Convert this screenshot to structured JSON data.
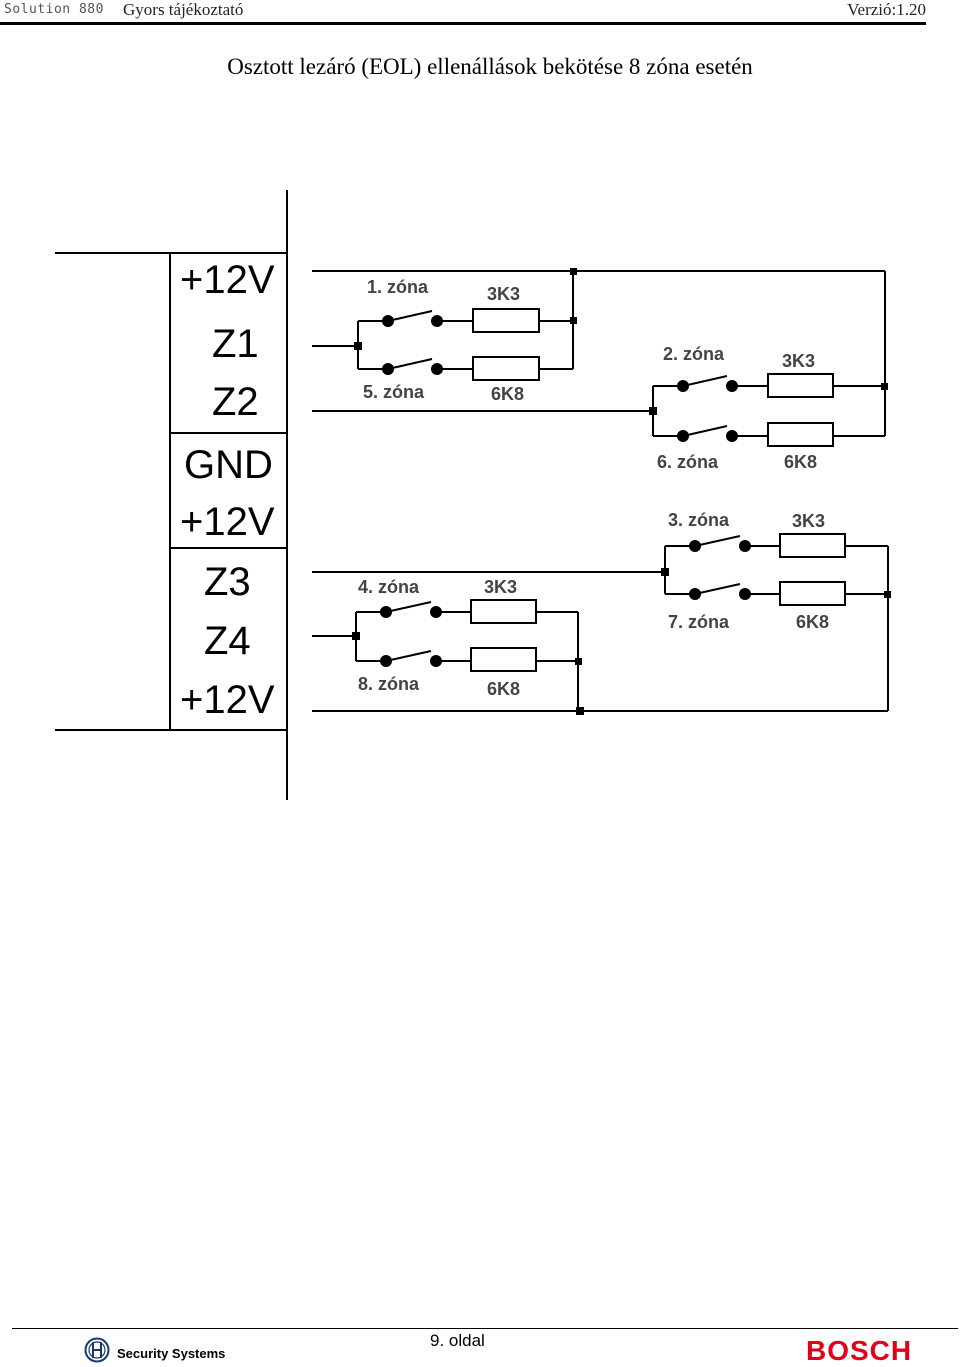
{
  "header": {
    "product": "Solution  880",
    "doc_title": "Gyors tájékoztató",
    "version": "Verzió:1.20"
  },
  "title": "Osztott lezáró (EOL) ellenállások bekötése 8 zóna esetén",
  "terminals": [
    "+12V",
    "Z1",
    "Z2",
    "GND",
    "+12V",
    "Z3",
    "Z4",
    "+12V"
  ],
  "zones": {
    "z1": "1. zóna",
    "z2": "2. zóna",
    "z3": "3. zóna",
    "z4": "4. zóna",
    "z5": "5. zóna",
    "z6": "6. zóna",
    "z7": "7. zóna",
    "z8": "8. zóna"
  },
  "resistors": {
    "low": "3K3",
    "high": "6K8"
  },
  "footer": {
    "page": "9.  oldal",
    "division": "Security Systems",
    "brand": "BOSCH"
  }
}
